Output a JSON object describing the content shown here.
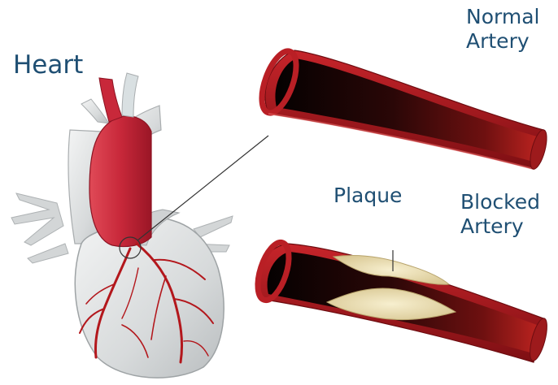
{
  "labels": {
    "heart": "Heart",
    "normal_artery": "Normal\nArtery",
    "plaque": "Plaque",
    "blocked_artery": "Blocked\nArtery"
  },
  "colors": {
    "label": "#1f4f73",
    "artery_red": "#a3161a",
    "artery_dark": "#1c0606",
    "plaque": "#efe3b6",
    "heart_gray": "#d9dcdd",
    "coronary": "#b3171c"
  }
}
